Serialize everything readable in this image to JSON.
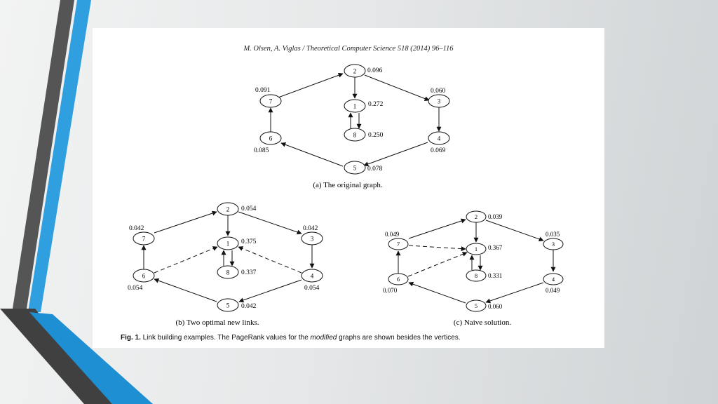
{
  "paper": {
    "header": "M. Olsen, A. Viglas / Theoretical Computer Science 518 (2014) 96–116",
    "figure_label": "Fig. 1.",
    "figure_caption_pre": " Link building examples. The PageRank values for the ",
    "figure_caption_em": "modified",
    "figure_caption_post": " graphs are shown besides the vertices."
  },
  "graphs": {
    "a": {
      "caption": "(a) The original graph.",
      "nodes": [
        {
          "id": "1",
          "value": "0.272"
        },
        {
          "id": "2",
          "value": "0.096"
        },
        {
          "id": "3",
          "value": "0.060"
        },
        {
          "id": "4",
          "value": "0.069"
        },
        {
          "id": "5",
          "value": "0.078"
        },
        {
          "id": "6",
          "value": "0.085"
        },
        {
          "id": "7",
          "value": "0.091"
        },
        {
          "id": "8",
          "value": "0.250"
        }
      ]
    },
    "b": {
      "caption": "(b) Two optimal new links.",
      "nodes": [
        {
          "id": "1",
          "value": "0.375"
        },
        {
          "id": "2",
          "value": "0.054"
        },
        {
          "id": "3",
          "value": "0.042"
        },
        {
          "id": "4",
          "value": "0.054"
        },
        {
          "id": "5",
          "value": "0.042"
        },
        {
          "id": "6",
          "value": "0.054"
        },
        {
          "id": "7",
          "value": "0.042"
        },
        {
          "id": "8",
          "value": "0.337"
        }
      ]
    },
    "c": {
      "caption": "(c) Naive solution.",
      "nodes": [
        {
          "id": "1",
          "value": "0.367"
        },
        {
          "id": "2",
          "value": "0.039"
        },
        {
          "id": "3",
          "value": "0.035"
        },
        {
          "id": "4",
          "value": "0.049"
        },
        {
          "id": "5",
          "value": "0.060"
        },
        {
          "id": "6",
          "value": "0.070"
        },
        {
          "id": "7",
          "value": "0.049"
        },
        {
          "id": "8",
          "value": "0.331"
        }
      ]
    }
  }
}
